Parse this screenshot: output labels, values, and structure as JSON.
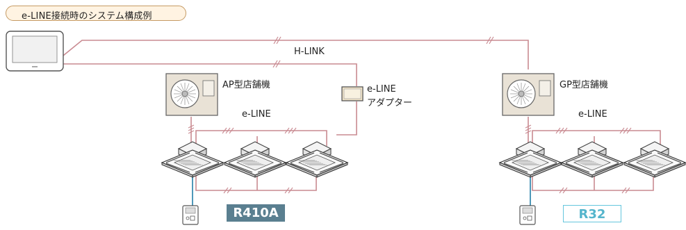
{
  "title": "e-LINE接続時のシステム構成例",
  "labels": {
    "hlink": "H-LINK",
    "eline_left": "e-LINE",
    "eline_right": "e-LINE",
    "ap_unit": "AP型店舗機",
    "gp_unit": "GP型店舗機",
    "adapter_line1": "e-LINE",
    "adapter_line2": "アダプター"
  },
  "refrigerants": {
    "left": "R410A",
    "right": "R32"
  },
  "colors": {
    "wire": "#c98a91",
    "wire_short": "#e0a6ab",
    "remote_line": "#3b8db1",
    "r410_bg": "#5a7f90",
    "r32_border": "#64c6dd",
    "title_border": "#c59a63",
    "title_bg": "#fff3e2",
    "unit_body": "#e9e2d6"
  }
}
